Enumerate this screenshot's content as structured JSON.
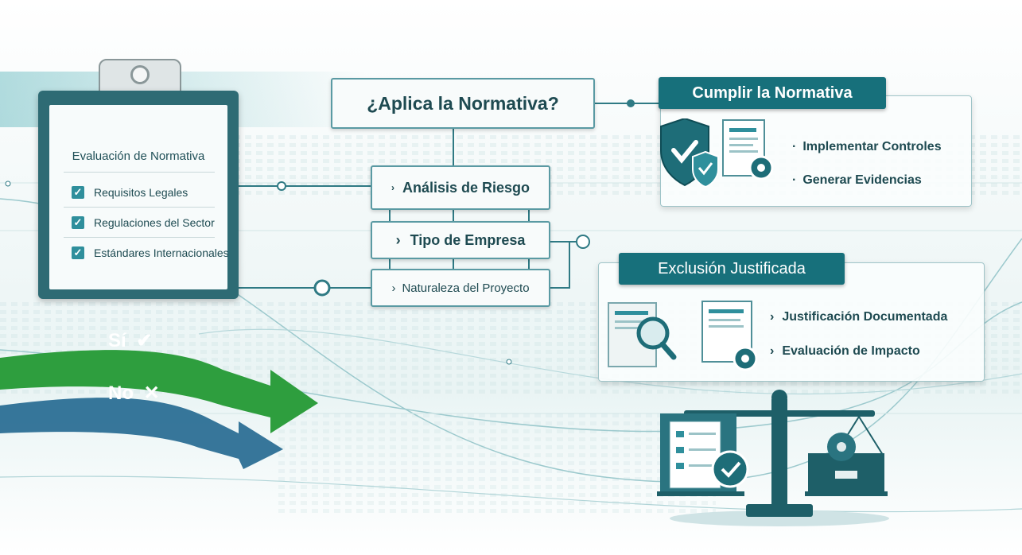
{
  "checklist": {
    "title": "Evaluación de Normativa",
    "items": [
      "Requisitos Legales",
      "Regulaciones del Sector",
      "Estándares Internacionales"
    ]
  },
  "question": "¿Aplica la Normativa?",
  "analysis": {
    "items": [
      "Análisis de Riesgo",
      "Tipo de Empresa",
      "Naturaleza del Proyecto"
    ]
  },
  "comply": {
    "title": "Cumplir la Normativa",
    "items": [
      "Implementar Controles",
      "Generar Evidencias"
    ]
  },
  "exclusion": {
    "title": "Exclusión Justificada",
    "items": [
      "Justificación Documentada",
      "Evaluación de Impacto"
    ]
  },
  "decision": {
    "yes": "Sí",
    "no": "No"
  },
  "colors": {
    "teal": "#17707b",
    "green": "#2e9e3e",
    "blue": "#2c6f95"
  }
}
